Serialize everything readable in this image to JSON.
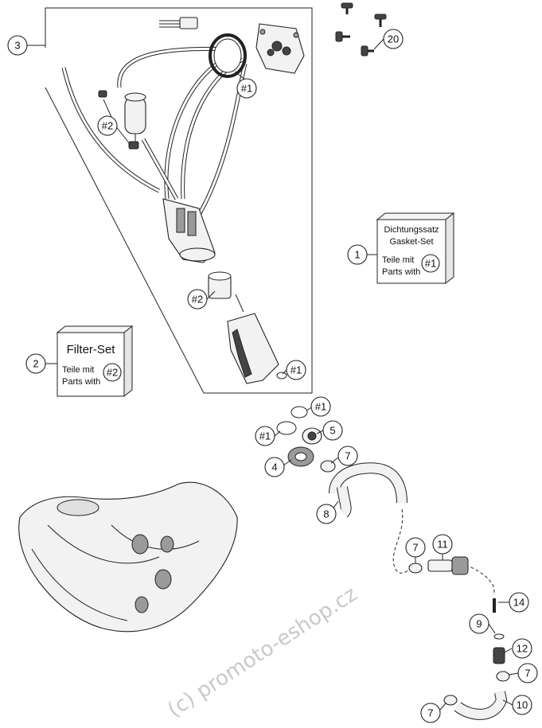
{
  "callouts": {
    "c1": "1",
    "c2": "2",
    "c3": "3",
    "c4": "4",
    "c5": "5",
    "c7a": "7",
    "c7b": "7",
    "c7c": "7",
    "c7d": "7",
    "c8": "8",
    "c9": "9",
    "c10": "10",
    "c11": "11",
    "c12": "12",
    "c14": "14",
    "c20": "20"
  },
  "refs": {
    "r1a": "#1",
    "r1b": "#1",
    "r1c": "#1",
    "r1d": "#1",
    "r1e": "#1",
    "r2a": "#2",
    "r2b": "#2",
    "r2c": "#2"
  },
  "gasket_set": {
    "line1": "Dichtungssatz",
    "line2": "Gasket-Set",
    "line3": "Teile mit",
    "line4": "Parts with",
    "ref": "#1"
  },
  "filter_set": {
    "title": "Filter-Set",
    "line1": "Teile mit",
    "line2": "Parts with",
    "ref": "#2"
  },
  "watermark": "(c) promoto-eshop.cz"
}
